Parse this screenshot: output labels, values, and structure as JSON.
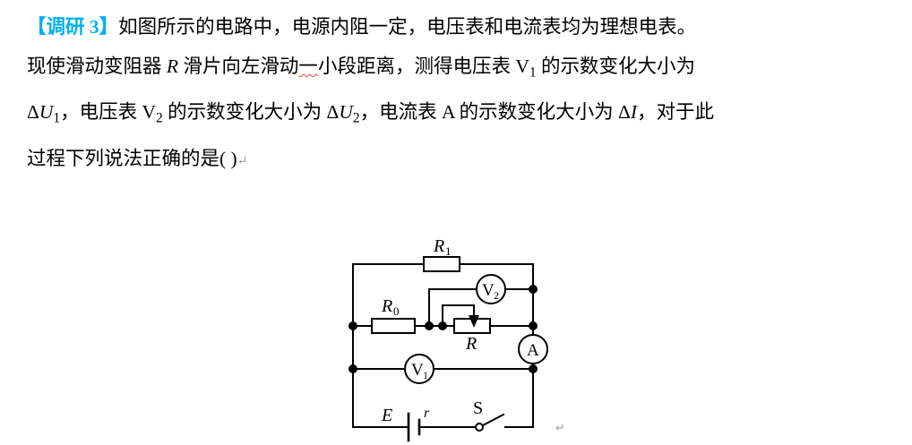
{
  "question": {
    "tag": "【调研 3】",
    "tag_color": "#00b0f0",
    "line1_rest": "如图所示的电路中，电源内阻一定，电压表和电流表均为理想电表。",
    "line2_a": "现使滑动变阻器 ",
    "line2_var": "R",
    "line2_b": " 滑片向左滑动",
    "line2_wavy": "一",
    "line2_c": "小段距离，测得电压表 V",
    "line2_sub": "1",
    "line2_d": " 的示数变化大小为",
    "line3_a": "Δ",
    "line3_u": "U",
    "line3_sub1": "1",
    "line3_b": "，电压表 V",
    "line3_sub2": "2",
    "line3_c": " 的示数变化大小为 Δ",
    "line3_u2": "U",
    "line3_sub3": "2",
    "line3_d": "，电流表 A 的示数变化大小为 Δ",
    "line3_i": "I",
    "line3_e": "，对于此",
    "line4": "过程下列说法正确的是(",
    "line4_blank": "        ",
    "line4_end": ")",
    "pilcrow": "↵"
  },
  "circuit": {
    "caption_pilcrow": "↵",
    "components": [
      {
        "id": "R1",
        "type": "resistor",
        "label": "R",
        "sub": "1",
        "desc": "upper-branch-resistor"
      },
      {
        "id": "R0",
        "type": "resistor",
        "label": "R",
        "sub": "0",
        "desc": "series-resistor"
      },
      {
        "id": "R",
        "type": "rheostat",
        "label": "R",
        "sub": "",
        "desc": "slide-rheostat"
      },
      {
        "id": "V1",
        "type": "voltmeter",
        "label": "V",
        "sub": "1",
        "desc": "voltmeter-one"
      },
      {
        "id": "V2",
        "type": "voltmeter",
        "label": "V",
        "sub": "2",
        "desc": "voltmeter-two"
      },
      {
        "id": "A",
        "type": "ammeter",
        "label": "A",
        "sub": "",
        "desc": "ammeter"
      },
      {
        "id": "E",
        "type": "battery",
        "label": "E",
        "sub": "",
        "desc": "emf-source"
      },
      {
        "id": "r",
        "type": "internal-r",
        "label": "r",
        "sub": "",
        "desc": "internal-resistance"
      },
      {
        "id": "S",
        "type": "switch",
        "label": "S",
        "sub": "",
        "desc": "switch"
      }
    ],
    "labels": {
      "R1": "R",
      "R1_sub": "1",
      "R0": "R",
      "R0_sub": "0",
      "R": "R",
      "V1": "V",
      "V1_sub": "1",
      "V2": "V",
      "V2_sub": "2",
      "A": "A",
      "E": "E",
      "r": "r",
      "S": "S"
    },
    "stroke_color": "#000000",
    "fill_color": "#ffffff"
  }
}
